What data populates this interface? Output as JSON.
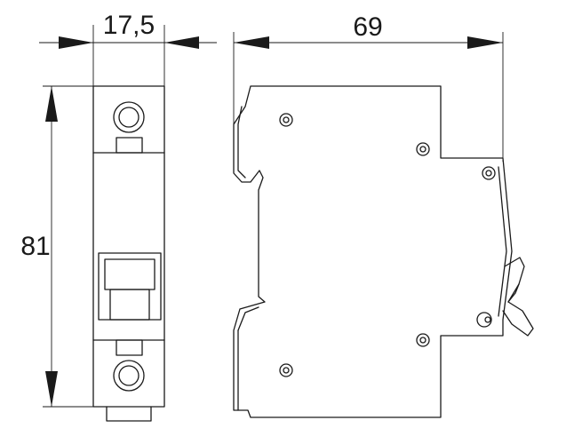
{
  "dimensions": {
    "width_label": "17,5",
    "depth_label": "69",
    "height_label": "81"
  },
  "colors": {
    "line": "#1a1a1a",
    "background": "#ffffff"
  }
}
